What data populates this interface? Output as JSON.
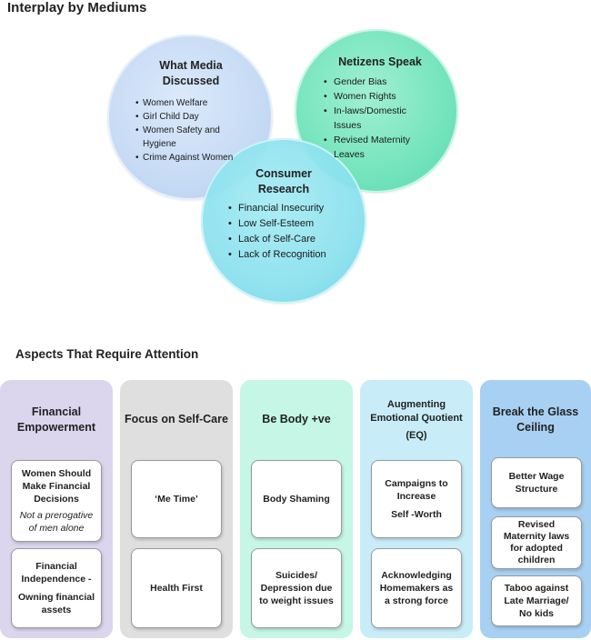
{
  "section1_title": "Interplay by Mediums",
  "section2_title": "Aspects That Require Attention",
  "circles": {
    "media": {
      "title_line1": "What Media",
      "title_line2": "Discussed",
      "items": [
        "Women Welfare",
        "Girl Child Day",
        "Women Safety and",
        "Hygiene",
        "Crime Against Women"
      ]
    },
    "netizens": {
      "title": "Netizens Speak",
      "items": [
        "Gender Bias",
        "Women Rights",
        "In-laws/Domestic",
        "Issues",
        "Revised Maternity",
        "Leaves"
      ]
    },
    "consumer": {
      "title_line1": "Consumer",
      "title_line2": "Research",
      "items": [
        "Financial Insecurity",
        "Low Self-Esteem",
        "Lack of Self-Care",
        "Lack of Recognition"
      ]
    }
  },
  "columns": {
    "financial": {
      "title_line1": "Financial",
      "title_line2": "Empowerment",
      "card1_l1": "Women Should",
      "card1_l2": "Make Financial",
      "card1_l3": "Decisions",
      "card1_it1": "Not a prerogative",
      "card1_it2": "of men alone",
      "card2_l1": "Financial",
      "card2_l2": "Independence -",
      "card2_l3": "Owning financial",
      "card2_l4": "assets"
    },
    "selfcare": {
      "title": "Focus on Self-Care",
      "card1": "‘Me Time’",
      "card2": "Health First"
    },
    "body": {
      "title": "Be Body +ve",
      "card1": "Body Shaming",
      "card2_l1": "Suicides/",
      "card2_l2": "Depression due",
      "card2_l3": "to weight issues"
    },
    "eq": {
      "title_line1": "Augmenting",
      "title_line2": "Emotional Quotient",
      "title_line3": "(EQ)",
      "card1_l1": "Campaigns to",
      "card1_l2": "Increase",
      "card1_l3": "Self -Worth",
      "card2_l1": "Acknowledging",
      "card2_l2": "Homemakers as",
      "card2_l3": "a strong force"
    },
    "glass": {
      "title_line1": "Break the Glass",
      "title_line2": "Ceiling",
      "card1_l1": "Better Wage",
      "card1_l2": "Structure",
      "card2_l1": "Revised",
      "card2_l2": "Maternity laws",
      "card2_l3": "for adopted",
      "card2_l4": "children",
      "card3_l1": "Taboo against",
      "card3_l2": "Late Marriage/",
      "card3_l3": "No kids"
    }
  },
  "colors": {
    "financial_bg": "#dcd5ee",
    "selfcare_bg": "#dfdfdf",
    "body_bg": "#c6f6e6",
    "eq_bg": "#c8edf8",
    "glass_bg": "#a8d0f2"
  }
}
